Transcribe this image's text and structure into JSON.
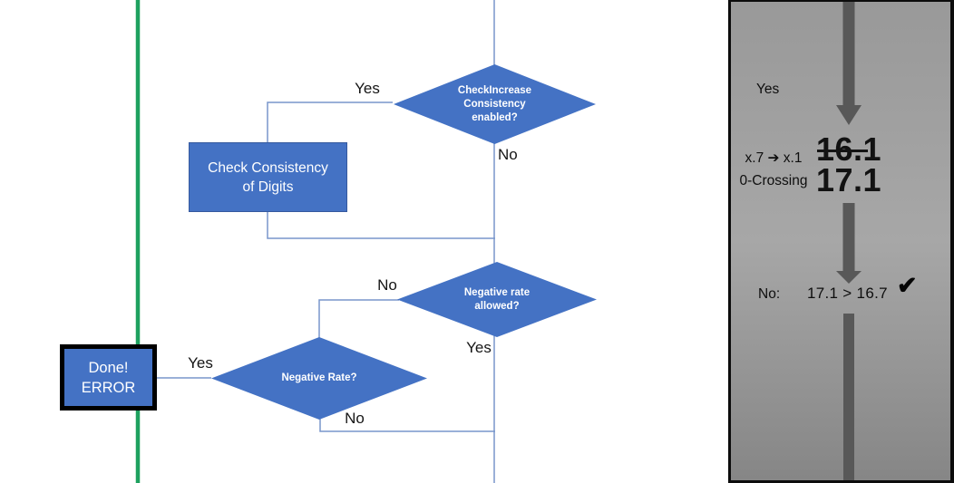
{
  "flowchart": {
    "decision_top": {
      "label": "CheckIncrease Consistency enabled?",
      "yes_label": "Yes",
      "no_label": "No"
    },
    "process_check": {
      "label": "Check Consistency of Digits"
    },
    "decision_negative_allowed": {
      "label": "Negative rate allowed?",
      "no_label": "No",
      "yes_label": "Yes"
    },
    "decision_negative_rate": {
      "label": "Negative Rate?",
      "yes_label": "Yes",
      "no_label": "No"
    },
    "terminator_error": {
      "line1": "Done!",
      "line2": "ERROR"
    }
  },
  "panel": {
    "yes_label": "Yes",
    "rule_line1": "x.7 ➔ x.1",
    "rule_line2": "0-Crossing",
    "old_value": "16.1",
    "new_value": "17.1",
    "result_no_label": "No:",
    "result_comparison": "17.1 > 16.7",
    "check_icon": "✔"
  },
  "colors": {
    "shape_blue": "#4472C4",
    "connector_blue": "#7895CC",
    "divider_green": "#1EA15F",
    "arrow_gray": "#585858",
    "panel_border": "#0c0c0c"
  }
}
